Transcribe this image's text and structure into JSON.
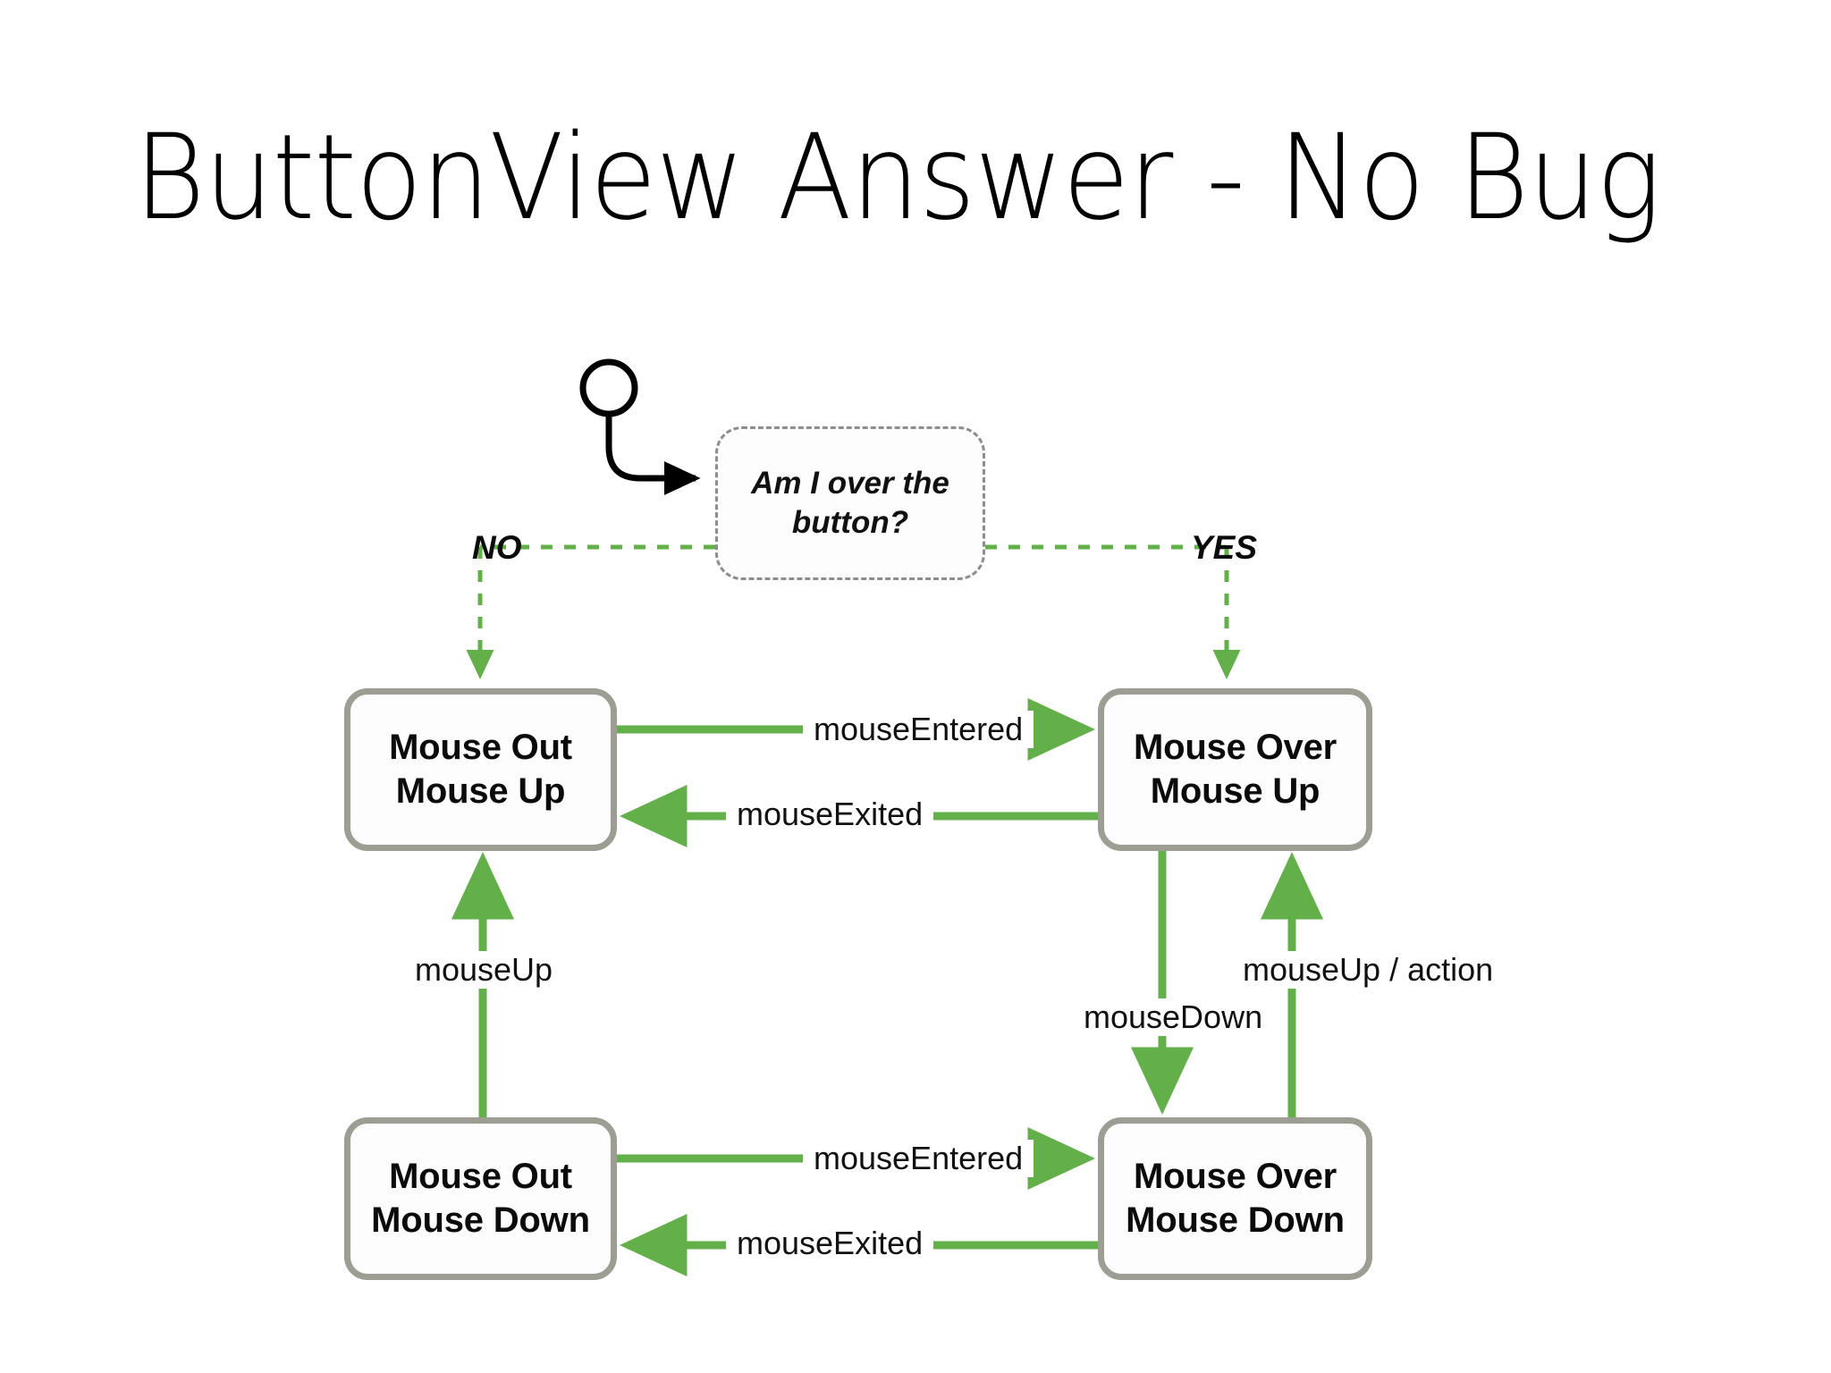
{
  "slide": {
    "title": "ButtonView Answer - No Bug",
    "background_color": "#ffffff"
  },
  "colors": {
    "edge_green": "#63b04a",
    "state_border_gray": "#9d9d93",
    "decision_border_gray": "#8d8d8d",
    "text_black": "#111111",
    "start_node_stroke": "#000000"
  },
  "diagram": {
    "type": "state-machine",
    "start_node": {
      "name": "start-node",
      "shape": "circle-outline"
    },
    "decision": {
      "line1": "Am I over the",
      "line2": "button?",
      "style": "dashed-rounded-rect"
    },
    "branches": [
      {
        "label": "NO",
        "target": "mouse-out-mouse-up"
      },
      {
        "label": "YES",
        "target": "mouse-over-mouse-up"
      }
    ],
    "states": [
      {
        "id": "mouse-out-mouse-up",
        "line1": "Mouse Out",
        "line2": "Mouse Up",
        "position": "top-left"
      },
      {
        "id": "mouse-over-mouse-up",
        "line1": "Mouse Over",
        "line2": "Mouse Up",
        "position": "top-right"
      },
      {
        "id": "mouse-out-mouse-down",
        "line1": "Mouse Out",
        "line2": "Mouse Down",
        "position": "bottom-left"
      },
      {
        "id": "mouse-over-mouse-down",
        "line1": "Mouse Over",
        "line2": "Mouse Down",
        "position": "bottom-right"
      }
    ],
    "transitions": [
      {
        "id": "entered-top",
        "label": "mouseEntered",
        "from": "mouse-out-mouse-up",
        "to": "mouse-over-mouse-up",
        "direction": "right"
      },
      {
        "id": "exited-top",
        "label": "mouseExited",
        "from": "mouse-over-mouse-up",
        "to": "mouse-out-mouse-up",
        "direction": "left"
      },
      {
        "id": "mouseup-left",
        "label": "mouseUp",
        "from": "mouse-out-mouse-down",
        "to": "mouse-out-mouse-up",
        "direction": "up"
      },
      {
        "id": "mousedown-right",
        "label": "mouseDown",
        "from": "mouse-over-mouse-up",
        "to": "mouse-over-mouse-down",
        "direction": "down"
      },
      {
        "id": "mouseup-action",
        "label": "mouseUp / action",
        "from": "mouse-over-mouse-down",
        "to": "mouse-over-mouse-up",
        "direction": "up"
      },
      {
        "id": "entered-bottom",
        "label": "mouseEntered",
        "from": "mouse-out-mouse-down",
        "to": "mouse-over-mouse-down",
        "direction": "right"
      },
      {
        "id": "exited-bottom",
        "label": "mouseExited",
        "from": "mouse-over-mouse-down",
        "to": "mouse-out-mouse-down",
        "direction": "left"
      }
    ]
  }
}
